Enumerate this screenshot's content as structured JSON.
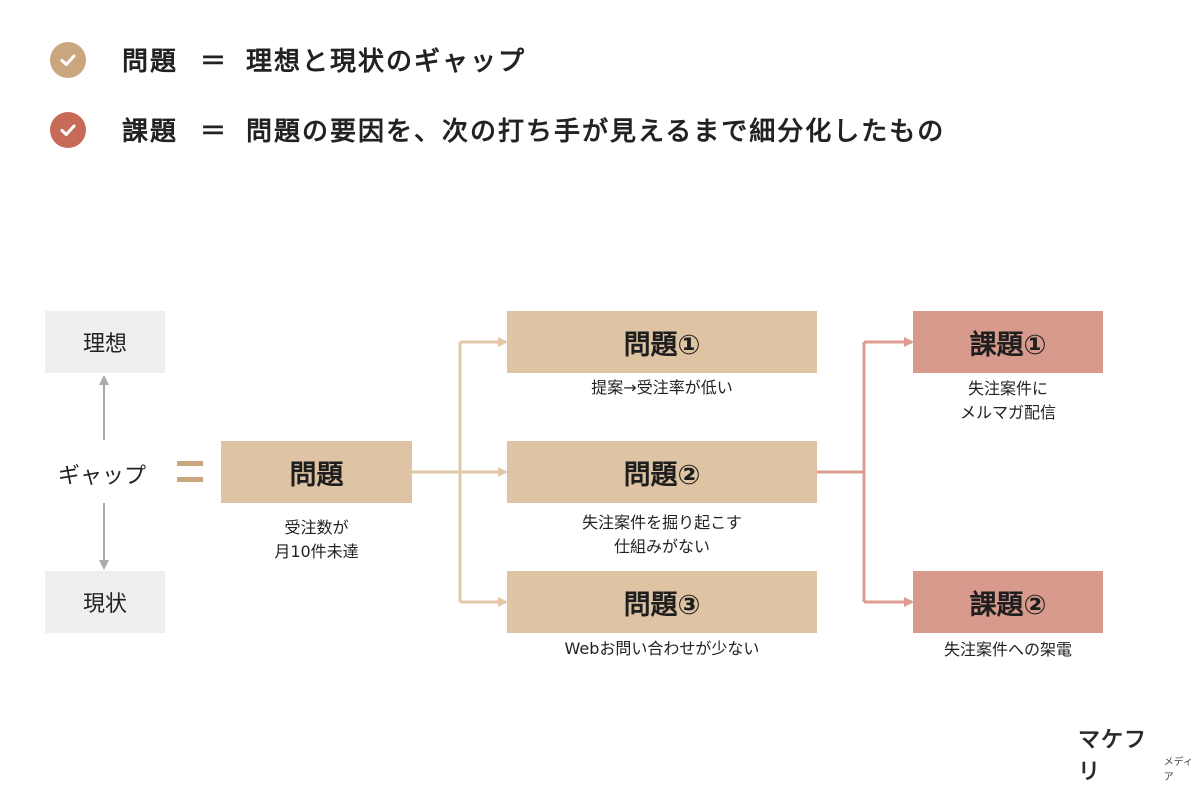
{
  "definitions": [
    {
      "term": "問題",
      "equals": "＝",
      "description": "理想と現状のギャップ",
      "check_color": "#c9a67e"
    },
    {
      "term": "課題",
      "equals": "＝",
      "description": "問題の要因を、次の打ち手が見えるまで細分化したもの",
      "check_color": "#c86a58"
    }
  ],
  "diagram": {
    "ideal": "理想",
    "current": "現状",
    "gap": "ギャップ",
    "problem": {
      "title": "問題",
      "caption_lines": [
        "受注数が",
        "月10件未達"
      ]
    },
    "problems": [
      {
        "title": "問題①",
        "caption_lines": [
          "提案→受注率が低い"
        ]
      },
      {
        "title": "問題②",
        "caption_lines": [
          "失注案件を掘り起こす",
          "仕組みがない"
        ]
      },
      {
        "title": "問題③",
        "caption_lines": [
          "Webお問い合わせが少ない"
        ]
      }
    ],
    "issues": [
      {
        "title": "課題①",
        "caption_lines": [
          "失注案件に",
          "メルマガ配信"
        ]
      },
      {
        "title": "課題②",
        "caption_lines": [
          "失注案件への架電"
        ]
      }
    ]
  },
  "colors": {
    "tan": "#dfc4a4",
    "rose": "#d89a8c",
    "tan_line": "#e2c7a8",
    "rose_line": "#dc9c90",
    "gray_arrow": "#aaaaaa"
  },
  "logo": {
    "main": "マケフリ",
    "sub": "メディア"
  }
}
